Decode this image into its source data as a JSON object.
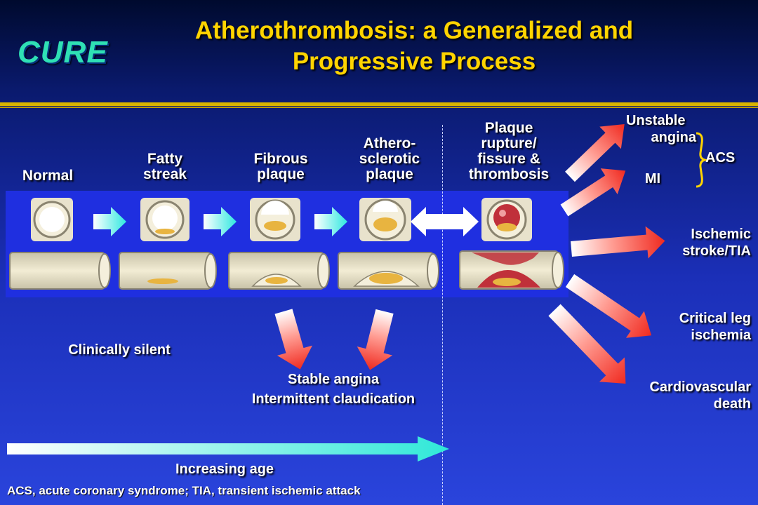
{
  "logo": "CURE",
  "title_line1": "Atherothrombosis: a Generalized and",
  "title_line2": "Progressive Process",
  "stages": {
    "normal": "Normal",
    "fatty_1": "Fatty",
    "fatty_2": "streak",
    "fibrous_1": "Fibrous",
    "fibrous_2": "plaque",
    "athero_1": "Athero-",
    "athero_2": "sclerotic",
    "athero_3": "plaque",
    "rupture_1": "Plaque",
    "rupture_2": "rupture/",
    "rupture_3": "fissure &",
    "rupture_4": "thrombosis"
  },
  "outcomes": {
    "unstable_1": "Unstable",
    "unstable_2": "angina",
    "mi": "MI",
    "acs": "ACS",
    "stroke_1": "Ischemic",
    "stroke_2": "stroke/TIA",
    "leg_1": "Critical leg",
    "leg_2": "ischemia",
    "cv_1": "Cardiovascular",
    "cv_2": "death"
  },
  "clinically_silent": "Clinically silent",
  "stable_angina": "Stable angina",
  "claudication": "Intermittent claudication",
  "increasing_age": "Increasing age",
  "footnote": "ACS, acute coronary syndrome; TIA, transient ischemic attack",
  "colors": {
    "title": "#ffd400",
    "logo": "#2fe0b4",
    "arrow_red": "#ff3b30",
    "arrow_cyan": "#35e8e0",
    "band": "#1f2fe0",
    "plaque": "#e8b440",
    "thrombus": "#b8282c"
  }
}
